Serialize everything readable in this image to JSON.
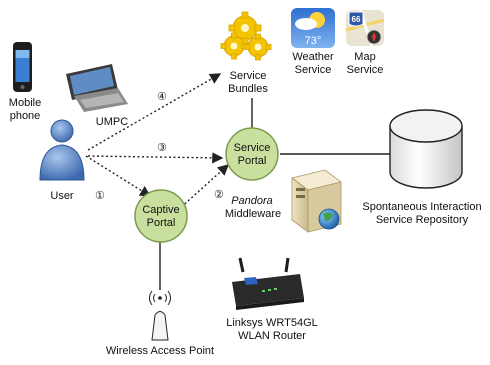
{
  "nodes": {
    "mobile_phone": "Mobile\nphone",
    "umpc": "UMPC",
    "user": "User",
    "captive_portal": "Captive\nPortal",
    "service_portal": "Service\nPortal",
    "service_bundles": "Service\nBundles",
    "weather_service": "Weather\nService",
    "map_service": "Map\nService",
    "pandora": "Pandora",
    "middleware": "Middleware",
    "repository": "Spontaneous Interaction\nService Repository",
    "router": "Linksys WRT54GL\nWLAN Router",
    "access_point": "Wireless Access Point"
  },
  "edge_labels": {
    "step1": "①",
    "step2": "②",
    "step3": "③",
    "step4": "④"
  },
  "icon_text": {
    "weather_temp": "73°",
    "map_shield": "66"
  },
  "colors": {
    "portal_fill": "#c9df9e",
    "portal_stroke": "#7f9a4e",
    "user_blue": "#4f7fc4",
    "gear_yellow": "#f5c400",
    "arrow": "#222222"
  }
}
